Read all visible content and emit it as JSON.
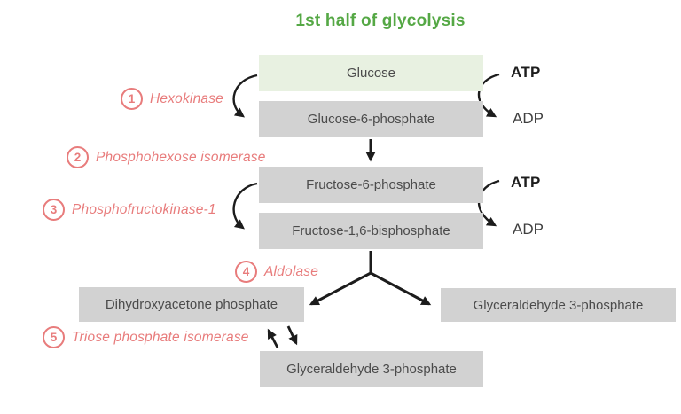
{
  "title": {
    "text": "1st half of glycolysis"
  },
  "palette": {
    "title_green": "#55a845",
    "glucose_box_bg": "#e8f1e1",
    "metabolite_box_bg": "#d2d2d2",
    "box_text": "#4b4b4b",
    "enzyme_pink": "#e87c7c",
    "arrow_black": "#1c1c1c"
  },
  "metabolites": {
    "glucose": "Glucose",
    "glucose_6_phosphate": "Glucose-6-phosphate",
    "fructose_6_phosphate": "Fructose-6-phosphate",
    "fructose_1_6_bisphosphate": "Fructose-1,6-bisphosphate",
    "dihydroxyacetone_phosphate": "Dihydroxyacetone phosphate",
    "glyceraldehyde_3_phosphate_branch": "Glyceraldehyde 3-phosphate",
    "glyceraldehyde_3_phosphate_isomerized": "Glyceraldehyde 3-phosphate"
  },
  "enzymes": [
    {
      "number": "1",
      "name": "Hexokinase"
    },
    {
      "number": "2",
      "name": "Phosphohexose isomerase"
    },
    {
      "number": "3",
      "name": "Phosphofructokinase-1"
    },
    {
      "number": "4",
      "name": "Aldolase"
    },
    {
      "number": "5",
      "name": "Triose phosphate isomerase"
    }
  ],
  "cofactors": [
    {
      "substrate": "ATP",
      "product": "ADP"
    },
    {
      "substrate": "ATP",
      "product": "ADP"
    }
  ]
}
